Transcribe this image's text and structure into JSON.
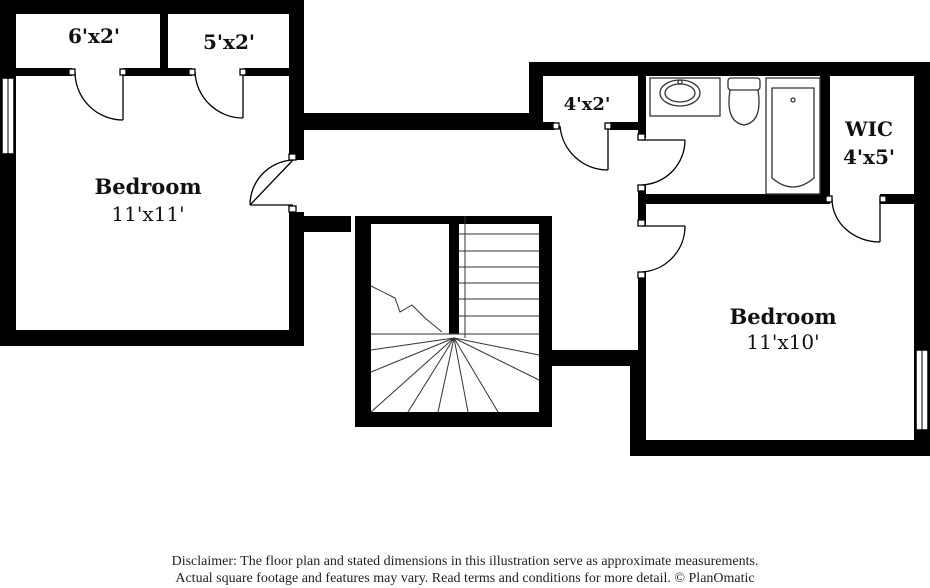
{
  "colors": {
    "wall": "#000000",
    "background": "#ffffff",
    "fixture": "#333333"
  },
  "rooms": {
    "closet_a": {
      "name": "6'x2'"
    },
    "closet_b": {
      "name": "5'x2'"
    },
    "closet_c": {
      "name": "4'x2'"
    },
    "wic": {
      "name": "WIC",
      "dims": "4'x5'"
    },
    "bedroom_left": {
      "name": "Bedroom",
      "dims": "11'x11'"
    },
    "bedroom_right": {
      "name": "Bedroom",
      "dims": "11'x10'"
    }
  },
  "fixtures": [
    "sink-icon",
    "toilet-icon",
    "bathtub-icon",
    "stairs",
    "window-icon",
    "door-swing-icon"
  ],
  "disclaimer": {
    "line1": "Disclaimer: The floor plan and stated dimensions in this illustration serve as approximate measurements.",
    "line2": "Actual square footage and features may vary. Read terms and conditions for more detail. © PlanOmatic"
  }
}
